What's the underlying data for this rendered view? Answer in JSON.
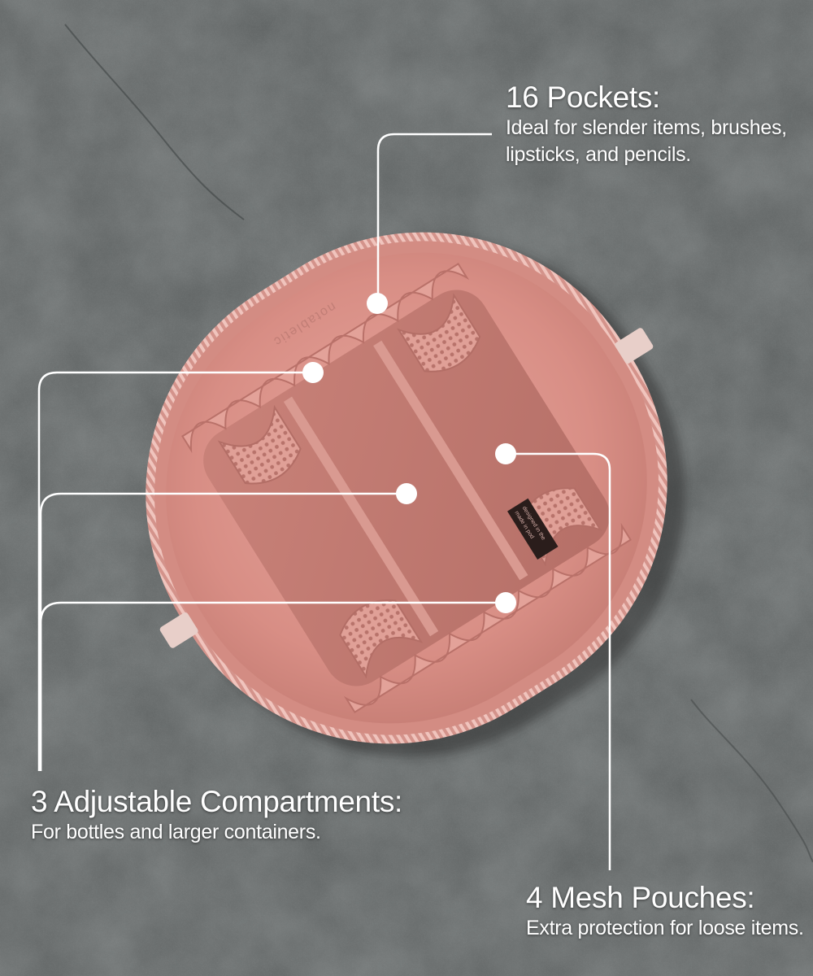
{
  "callouts": {
    "pockets": {
      "title": "16 Pockets:",
      "description_lines": [
        "Ideal for slender items, brushes,",
        "lipsticks, and pencils."
      ]
    },
    "compartments": {
      "title": "3 Adjustable Compartments:",
      "description": "For bottles and larger containers."
    },
    "mesh": {
      "title": "4 Mesh Pouches:",
      "description": "Extra protection for loose items."
    }
  },
  "product": {
    "brand_emboss": "notabletic",
    "tag_text": [
      "designed in the",
      "made in pod"
    ]
  },
  "colors": {
    "background": "#5f6363",
    "bag_pink": "#d98f86",
    "lining_pink": "#e8a69d",
    "interior_pink": "#c98279",
    "callout_line": "#ffffff"
  }
}
